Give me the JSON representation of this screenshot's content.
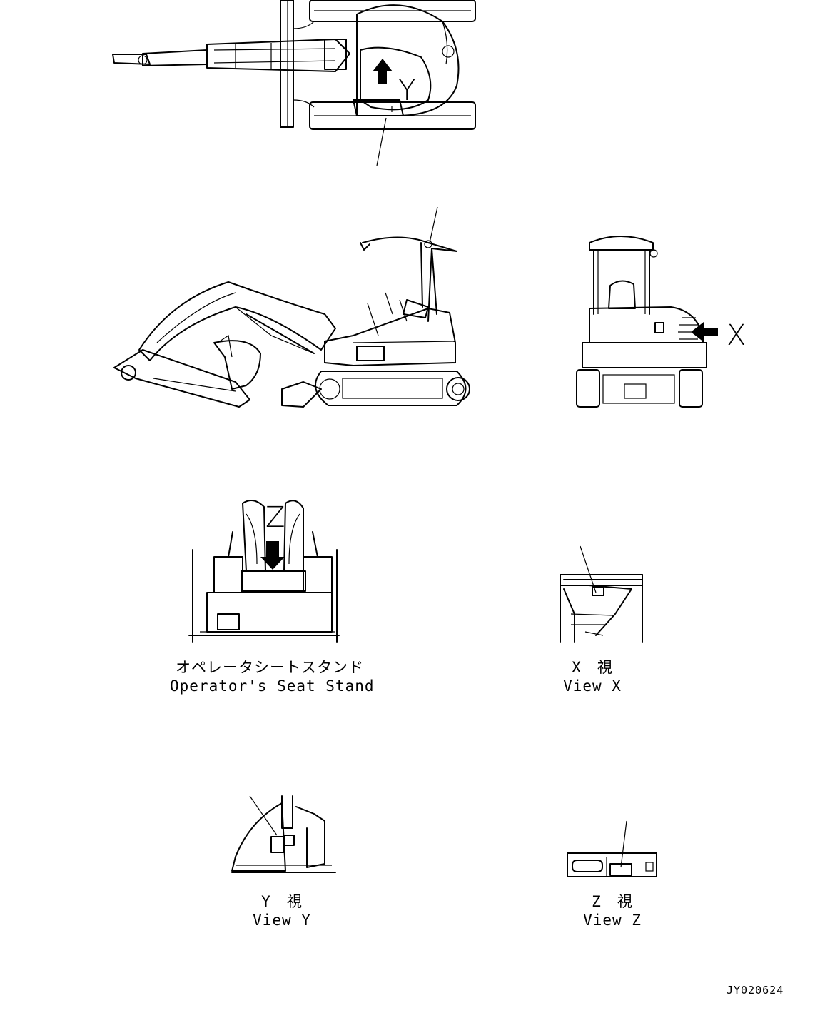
{
  "callouts": {
    "y_arrow": "Y",
    "x_arrow": "X",
    "z_arrow": "Z"
  },
  "captions": {
    "seat_stand_jp": "オペレータシートスタンド",
    "seat_stand_en": "Operator's Seat Stand",
    "view_x_jp": "X　視",
    "view_x_en": "View X",
    "view_y_jp": "Y　視",
    "view_y_en": "View Y",
    "view_z_jp": "Z　視",
    "view_z_en": "View Z"
  },
  "drawing_number": "JY020624",
  "icons": [
    "arrow-up-icon",
    "arrow-left-icon",
    "arrow-down-icon",
    "leader-line"
  ],
  "colors": {
    "line": "#000000",
    "background": "#ffffff"
  }
}
